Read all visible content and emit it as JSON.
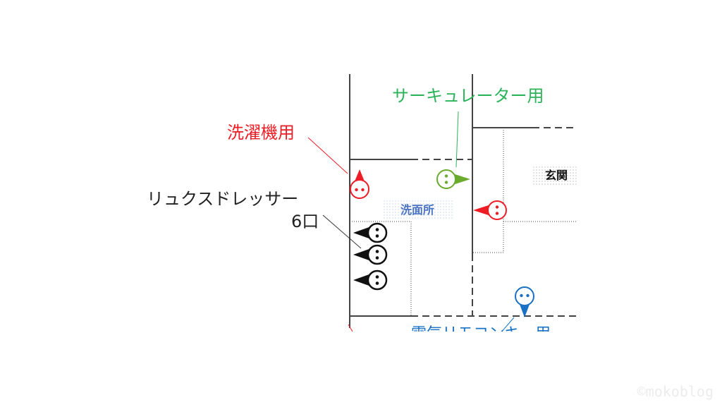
{
  "labels": {
    "washing_machine": "洗濯機用",
    "circulator": "サーキュレーター用",
    "dresser_line1": "リュクスドレッサー",
    "dresser_line2": "6口",
    "remote": "電気リモコンキー用"
  },
  "rooms": {
    "washroom": "洗面所",
    "entrance": "玄関"
  },
  "watermark": "©mokoblog",
  "colors": {
    "red": "#ee1c24",
    "green": "#6aaa2c",
    "green_text": "#2db35a",
    "black": "#111111",
    "blue": "#1a72c4",
    "room_text": "#4a72c4",
    "wall": "#444444"
  },
  "outlets": [
    {
      "name": "washing-machine-outlet",
      "color": "red",
      "points": "up"
    },
    {
      "name": "circulator-outlet",
      "color": "green",
      "points": "right"
    },
    {
      "name": "entrance-outlet",
      "color": "red",
      "points": "left"
    },
    {
      "name": "dresser-outlet-1",
      "color": "black",
      "points": "left"
    },
    {
      "name": "dresser-outlet-2",
      "color": "black",
      "points": "left"
    },
    {
      "name": "dresser-outlet-3",
      "color": "black",
      "points": "left"
    },
    {
      "name": "remote-outlet",
      "color": "blue",
      "points": "down"
    }
  ]
}
